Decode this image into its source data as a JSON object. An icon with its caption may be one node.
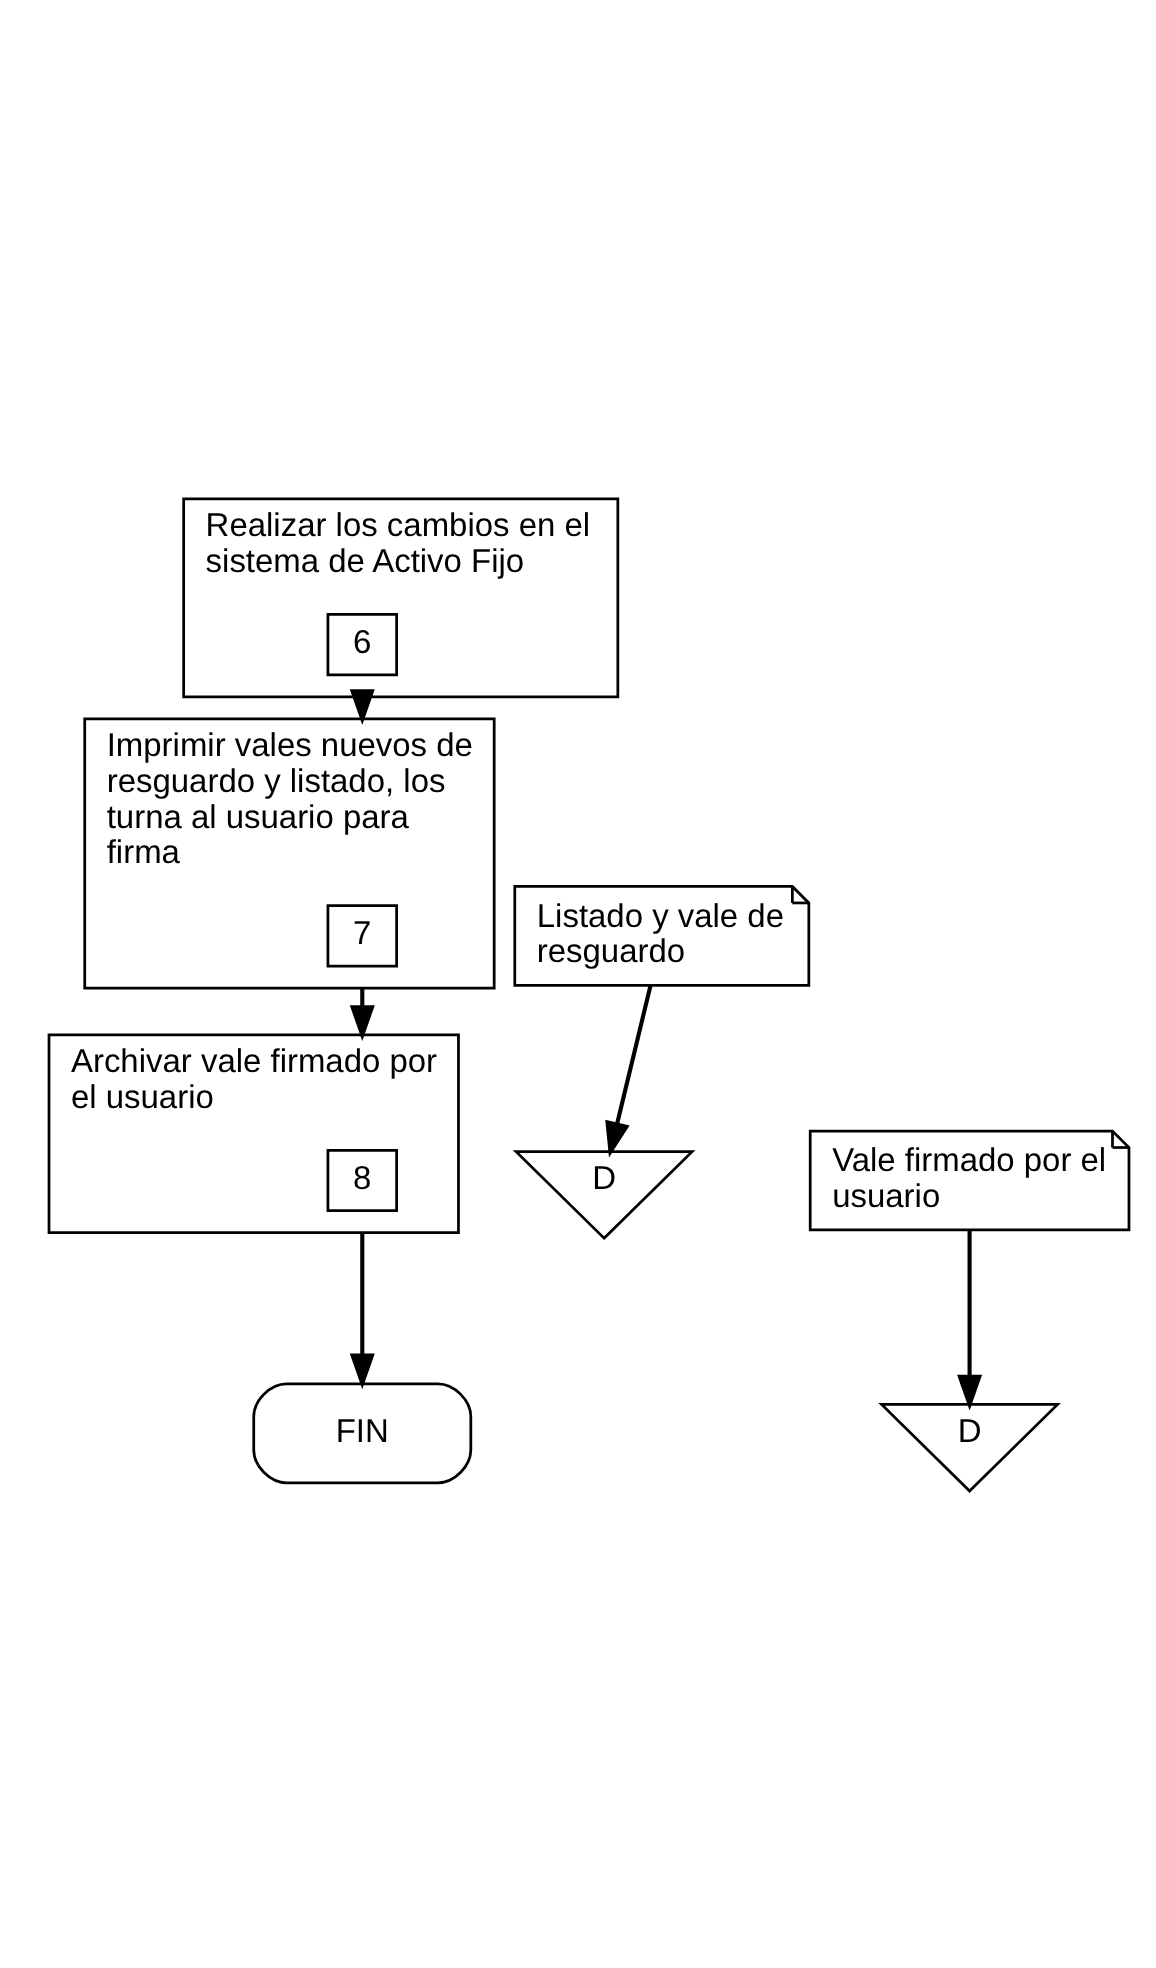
{
  "diagram": {
    "nodes": [
      {
        "text": [
          "Realizar los cambios en el sistema de Activo Fijo"
        ]
      },
      {
        "text": [
          "6"
        ],
        "in": 0
      },
      {
        "text": [
          "Imprimir vales nuevos de resguardo y listado, los turna al usuario para firma"
        ]
      },
      {
        "text": [
          "7"
        ],
        "in": 2
      },
      {
        "text": [
          "Listado y vale de resguardo"
        ]
      },
      {
        "text": [
          "D"
        ]
      },
      {
        "text": [
          "Archivar vale firmado por el usuario"
        ]
      },
      {
        "text": [
          "8"
        ],
        "in": 6
      },
      {
        "text": [
          "Vale firmado por el usuario"
        ]
      },
      {
        "text": [
          "D"
        ]
      },
      {
        "text": [
          "FIN"
        ]
      }
    ],
    "edges": [
      {
        "from": 0,
        "to": 2,
        "arrow": "to"
      },
      {
        "from": 4,
        "to": 5,
        "arrow": "to"
      },
      {
        "from": 2,
        "to": 6,
        "arrow": "to"
      },
      {
        "from": 8,
        "to": 9,
        "arrow": "to"
      },
      {
        "from": 6,
        "to": 10,
        "arrow": "to"
      }
    ]
  }
}
